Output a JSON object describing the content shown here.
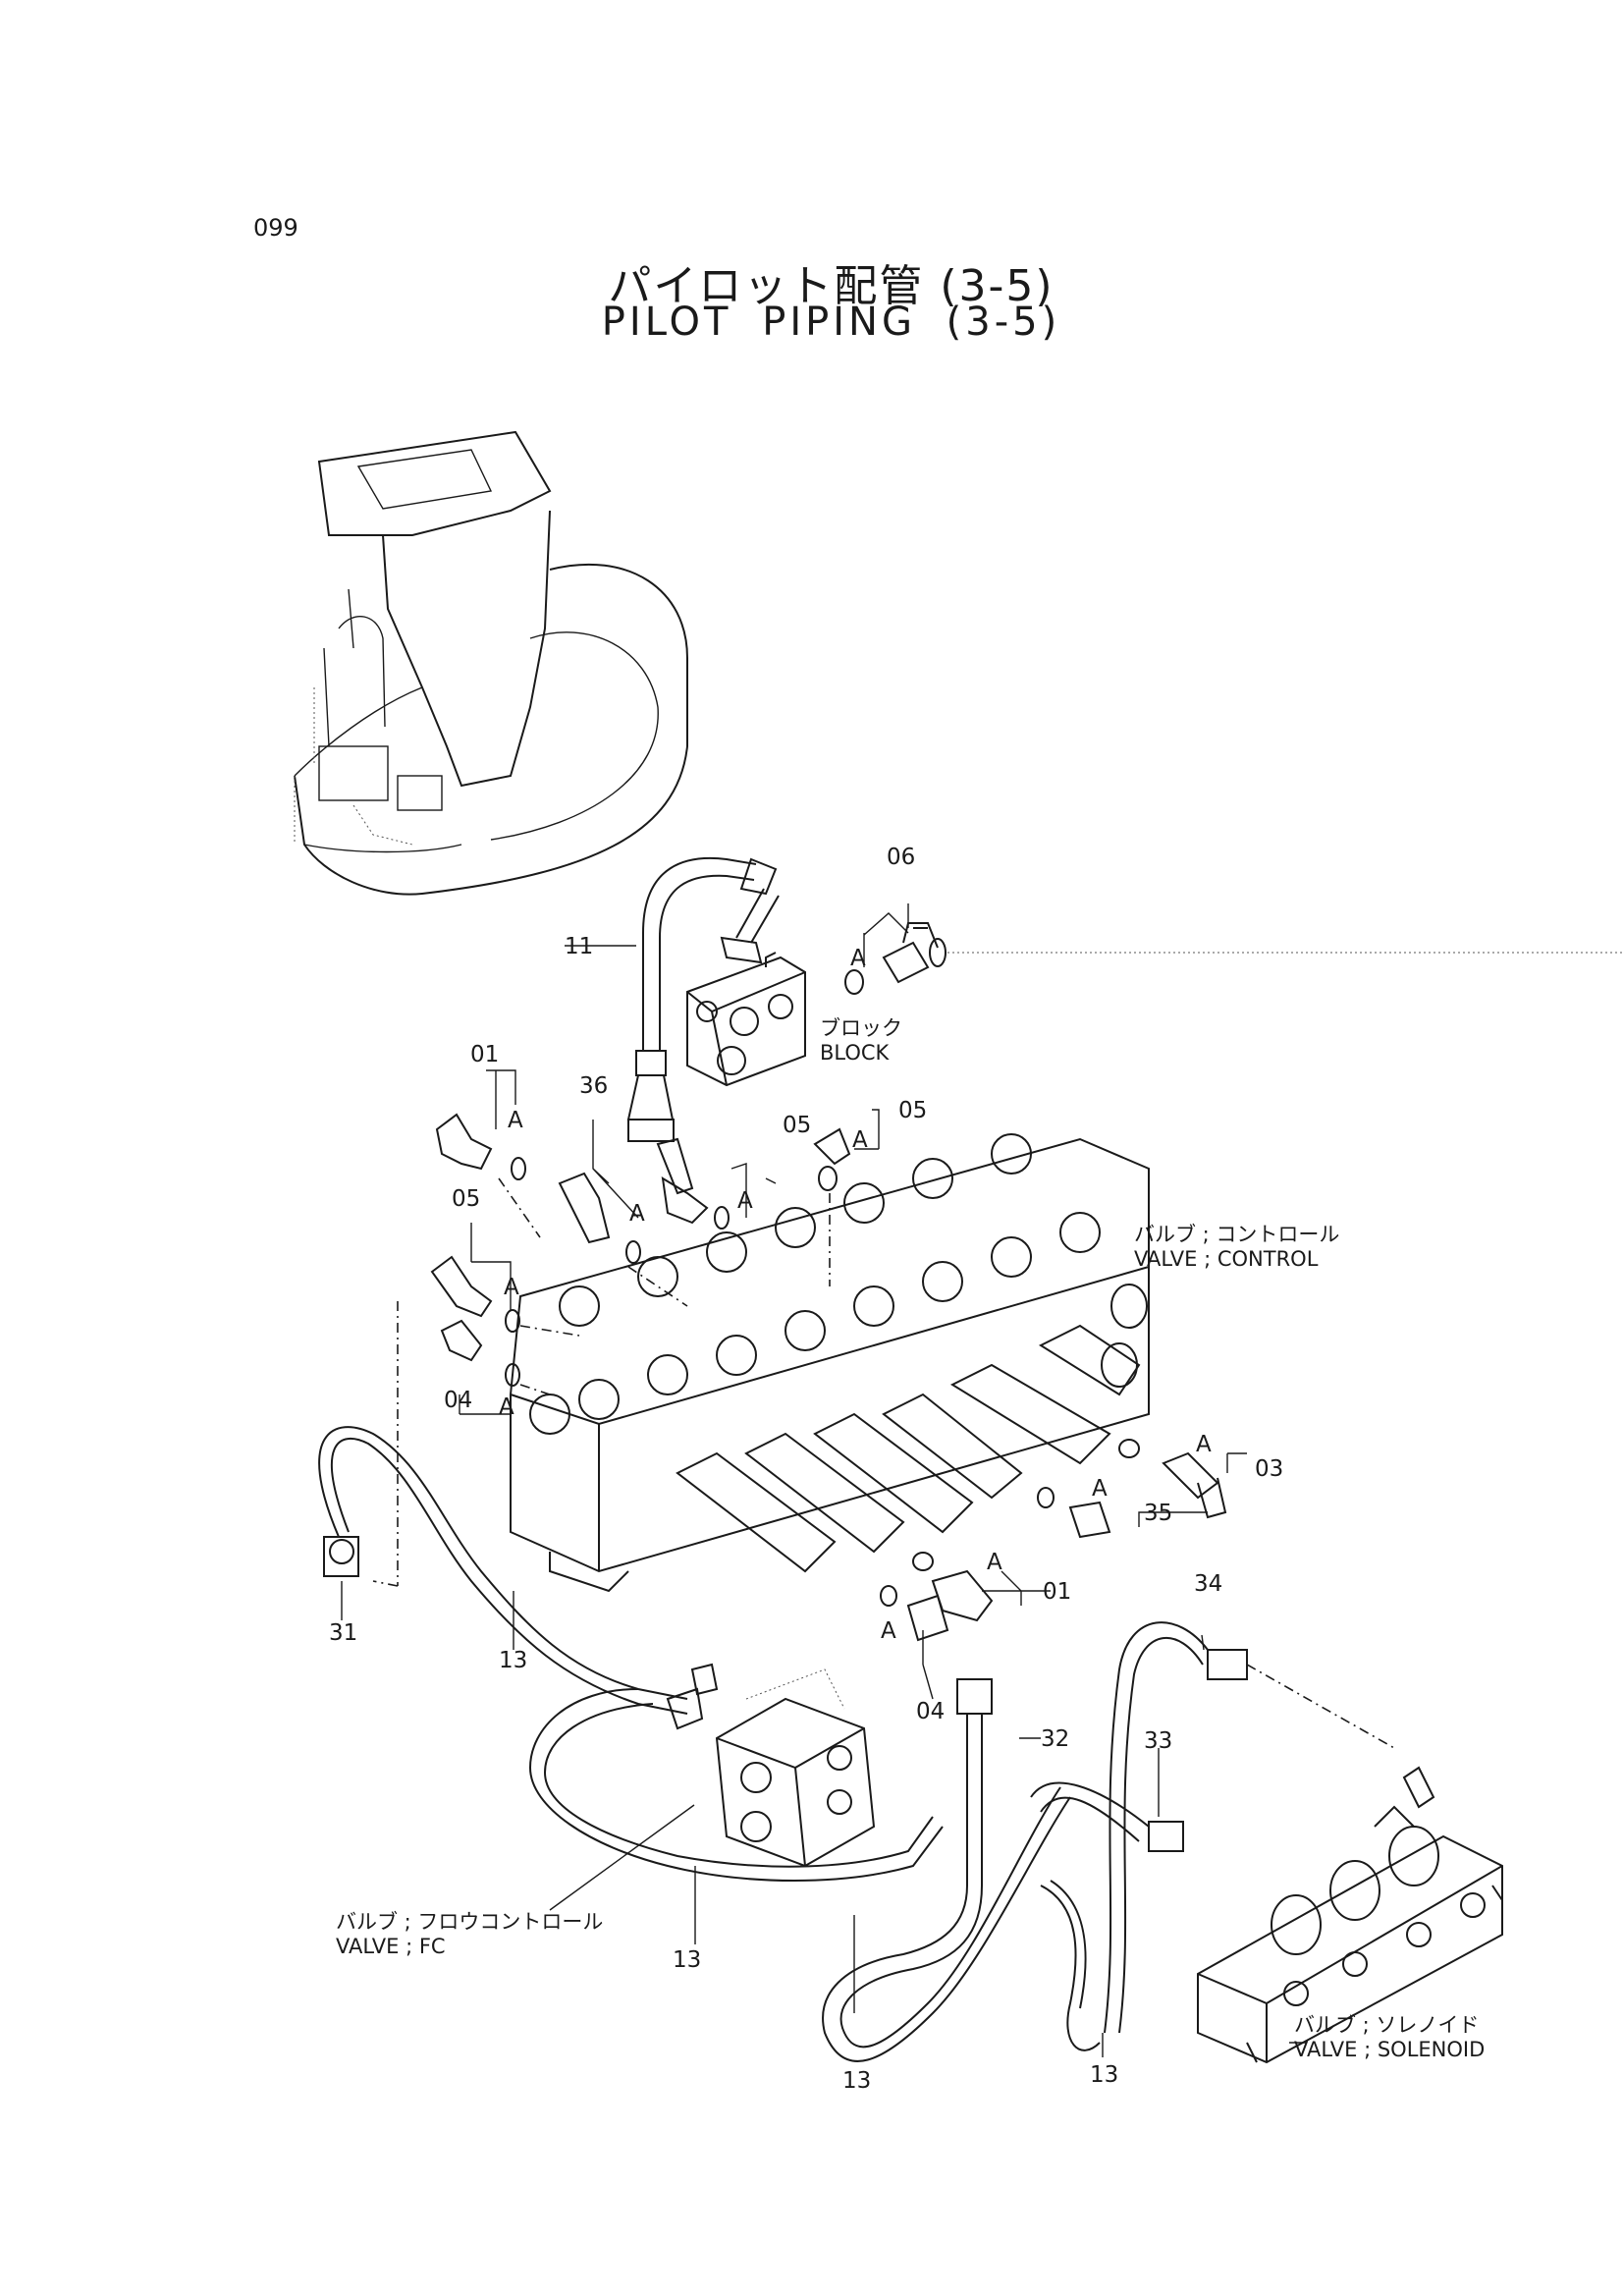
{
  "page_number": "099",
  "title": {
    "jp": "パイロット配管 (3-5)",
    "en": "PILOT PIPING (3-5)"
  },
  "callouts": [
    {
      "id": "c06",
      "text": "06"
    },
    {
      "id": "c11",
      "text": "11"
    },
    {
      "id": "c01a",
      "text": "01"
    },
    {
      "id": "c36",
      "text": "36"
    },
    {
      "id": "c05a",
      "text": "05"
    },
    {
      "id": "c05b",
      "text": "05"
    },
    {
      "id": "c05c",
      "text": "05"
    },
    {
      "id": "c04a",
      "text": "04"
    },
    {
      "id": "c03",
      "text": "03"
    },
    {
      "id": "c35",
      "text": "35"
    },
    {
      "id": "c01b",
      "text": "01"
    },
    {
      "id": "c04b",
      "text": "04"
    },
    {
      "id": "c31",
      "text": "31"
    },
    {
      "id": "c13a",
      "text": "13"
    },
    {
      "id": "c34",
      "text": "34"
    },
    {
      "id": "c32",
      "text": "32"
    },
    {
      "id": "c33",
      "text": "33"
    },
    {
      "id": "c13b",
      "text": "13"
    },
    {
      "id": "c13c",
      "text": "13"
    },
    {
      "id": "c13d",
      "text": "13"
    }
  ],
  "marker_letter": "A",
  "labels": {
    "block": {
      "jp": "ブロック",
      "en": "BLOCK"
    },
    "valve_control": {
      "jp": "バルブ ; コントロール",
      "en": "VALVE ; CONTROL"
    },
    "valve_fc": {
      "jp": "バルブ ; フロウコントロール",
      "en": "VALVE ; FC"
    },
    "valve_solenoid": {
      "jp": "バルブ ; ソレノイド",
      "en": "VALVE ; SOLENOID"
    }
  }
}
